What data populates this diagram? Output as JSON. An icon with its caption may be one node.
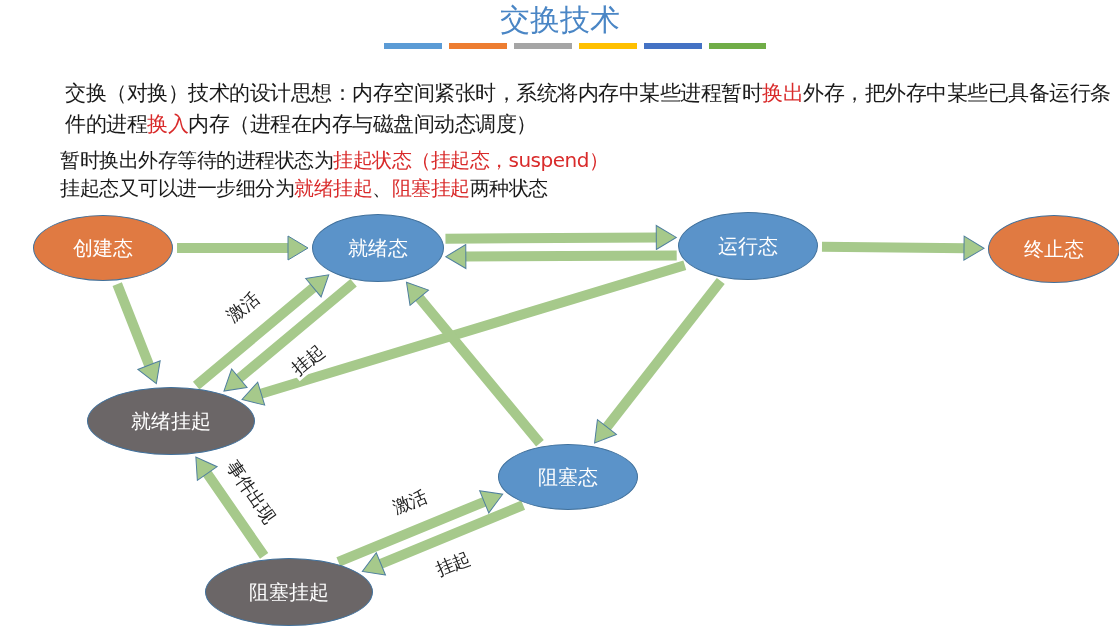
{
  "diagram": {
    "title": "交换技术",
    "nodes": [
      {
        "text": [
          "创建态"
        ]
      },
      {
        "text": [
          "就绪态"
        ]
      },
      {
        "text": [
          "运行态"
        ]
      },
      {
        "text": [
          "终止态"
        ]
      },
      {
        "text": [
          "就绪挂起"
        ]
      },
      {
        "text": [
          "阻塞态"
        ]
      },
      {
        "text": [
          "阻塞挂起"
        ]
      }
    ],
    "edges": [
      {
        "from": 0,
        "to": 1,
        "arrow": "to"
      },
      {
        "from": 1,
        "to": 2,
        "arrow": "to"
      },
      {
        "from": 2,
        "to": 1,
        "arrow": "to"
      },
      {
        "from": 2,
        "to": 3,
        "arrow": "to"
      },
      {
        "from": 0,
        "to": 4,
        "arrow": "to"
      },
      {
        "from": 4,
        "to": 1,
        "arrow": "to",
        "label": "激活"
      },
      {
        "from": 1,
        "to": 4,
        "arrow": "to",
        "label": "挂起"
      },
      {
        "from": 2,
        "to": 4,
        "arrow": "to"
      },
      {
        "from": 5,
        "to": 1,
        "arrow": "to"
      },
      {
        "from": 2,
        "to": 5,
        "arrow": "to"
      },
      {
        "from": 6,
        "to": 4,
        "arrow": "to",
        "label": "事件出现"
      },
      {
        "from": 6,
        "to": 5,
        "arrow": "to",
        "label": "激活"
      },
      {
        "from": 5,
        "to": 6,
        "arrow": "to",
        "label": "挂起"
      }
    ],
    "labels": [
      "交换（对换）技术的设计思想：内存空间紧张时，系统将内存中某些进程暂时**换出**外存，把外存中某些已具备运行条件的进程**换入**内存（进程在内存与磁盘间动态调度）",
      "暂时换出外存等待的进程状态为**挂起状态（挂起态，suspend）**",
      "挂起态又可以进一步细分为**就绪挂起**、**阻塞挂起**两种状态"
    ]
  }
}
